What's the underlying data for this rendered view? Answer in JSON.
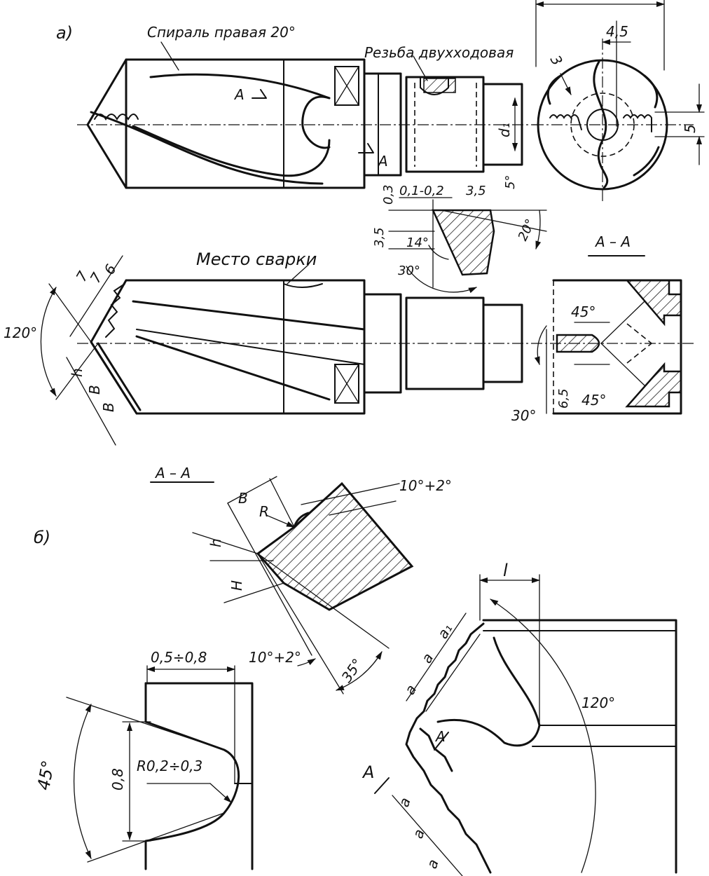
{
  "labels": {
    "part_a": "а)",
    "part_b": "б)",
    "spiral": "Спираль правая 20°",
    "thread": "Резьба двухходовая",
    "weld": "Место сварки",
    "section_aa_1": "А – А",
    "section_aa_2": "А – А",
    "cut_a1": "А",
    "cut_a2": "А",
    "cut_a3": "А",
    "cut_a4": "А"
  },
  "dims": {
    "d_4_5": "4,5",
    "d_3": "3",
    "d_5": "5",
    "d_d1": "d₁",
    "d_0_3": "0,3",
    "d_01_02": "0,1-0,2",
    "d_3_5a": "3,5",
    "d_5deg": "5°",
    "d_3_5b": "3,5",
    "d_14deg": "14°",
    "d_20deg": "20°",
    "d_30deg_a": "30°",
    "d_7a": "7",
    "d_7b": "7",
    "d_6": "6",
    "d_120_a": "120°",
    "d_h_a": "h",
    "d_B_a1": "B",
    "d_B_a2": "B",
    "d_45_a": "45°",
    "d_45_b": "45°",
    "d_6_5": "6,5",
    "d_30deg_b": "30°",
    "d_B_b": "B",
    "d_R": "R",
    "d_10_2_a": "10°+2°",
    "d_h_b": "h",
    "d_H": "H",
    "d_10_2_b": "10°+2°",
    "d_35deg": "35°",
    "d_05_08": "0,5÷0,8",
    "d_45_c": "45°",
    "d_0_8": "0,8",
    "d_R02": "R0,2÷0,3",
    "d_l": "l",
    "d_120_b": "120°",
    "d_a_1": "a",
    "d_a_2": "a",
    "d_a_3": "a₁",
    "d_a_4": "a",
    "d_a_5": "a",
    "d_a_6": "a"
  }
}
